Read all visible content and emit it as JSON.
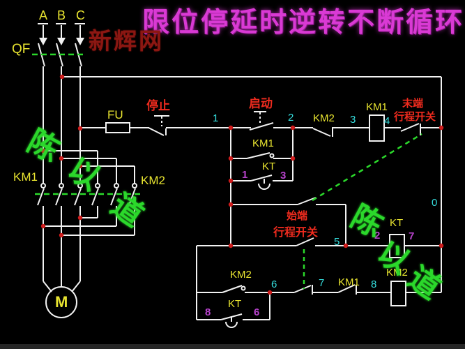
{
  "title": "限位停延时逆转不断循环",
  "watermark": {
    "site": "新辉网",
    "sig1": "陈",
    "sig2": "以",
    "sig3": "道"
  },
  "labels": {
    "phase_a": "A",
    "phase_b": "B",
    "phase_c": "C",
    "breaker": "QF",
    "fuse": "FU",
    "motor": "M",
    "stop": "停止",
    "start": "启动",
    "km1": "KM1",
    "km2": "KM2",
    "kt": "KT",
    "end_switch_l1": "末端",
    "end_switch_l2": "行程开关",
    "start_switch_l1": "始端",
    "start_switch_l2": "行程开关"
  },
  "nodes": {
    "n0": "0",
    "n1": "1",
    "n2": "2",
    "n3": "3",
    "n4": "4",
    "n5": "5",
    "n6": "6",
    "n7": "7",
    "n8": "8"
  },
  "terminals": {
    "kt_top_l": "1",
    "kt_top_r": "3",
    "kt_coil_l": "2",
    "kt_coil_r": "7",
    "kt_bot_l": "8",
    "kt_bot_r": "6"
  },
  "colors": {
    "bg": "#000000",
    "wire": "#f2f2f2",
    "label_yellow": "#e8e430",
    "label_red": "#ef2b1e",
    "label_cyan": "#35dede",
    "label_magenta": "#b843cd",
    "title_magenta": "#d93ad4",
    "watermark_red": "#8c1712",
    "link_green": "#2bd82b",
    "dot_red": "#d01c1c"
  }
}
